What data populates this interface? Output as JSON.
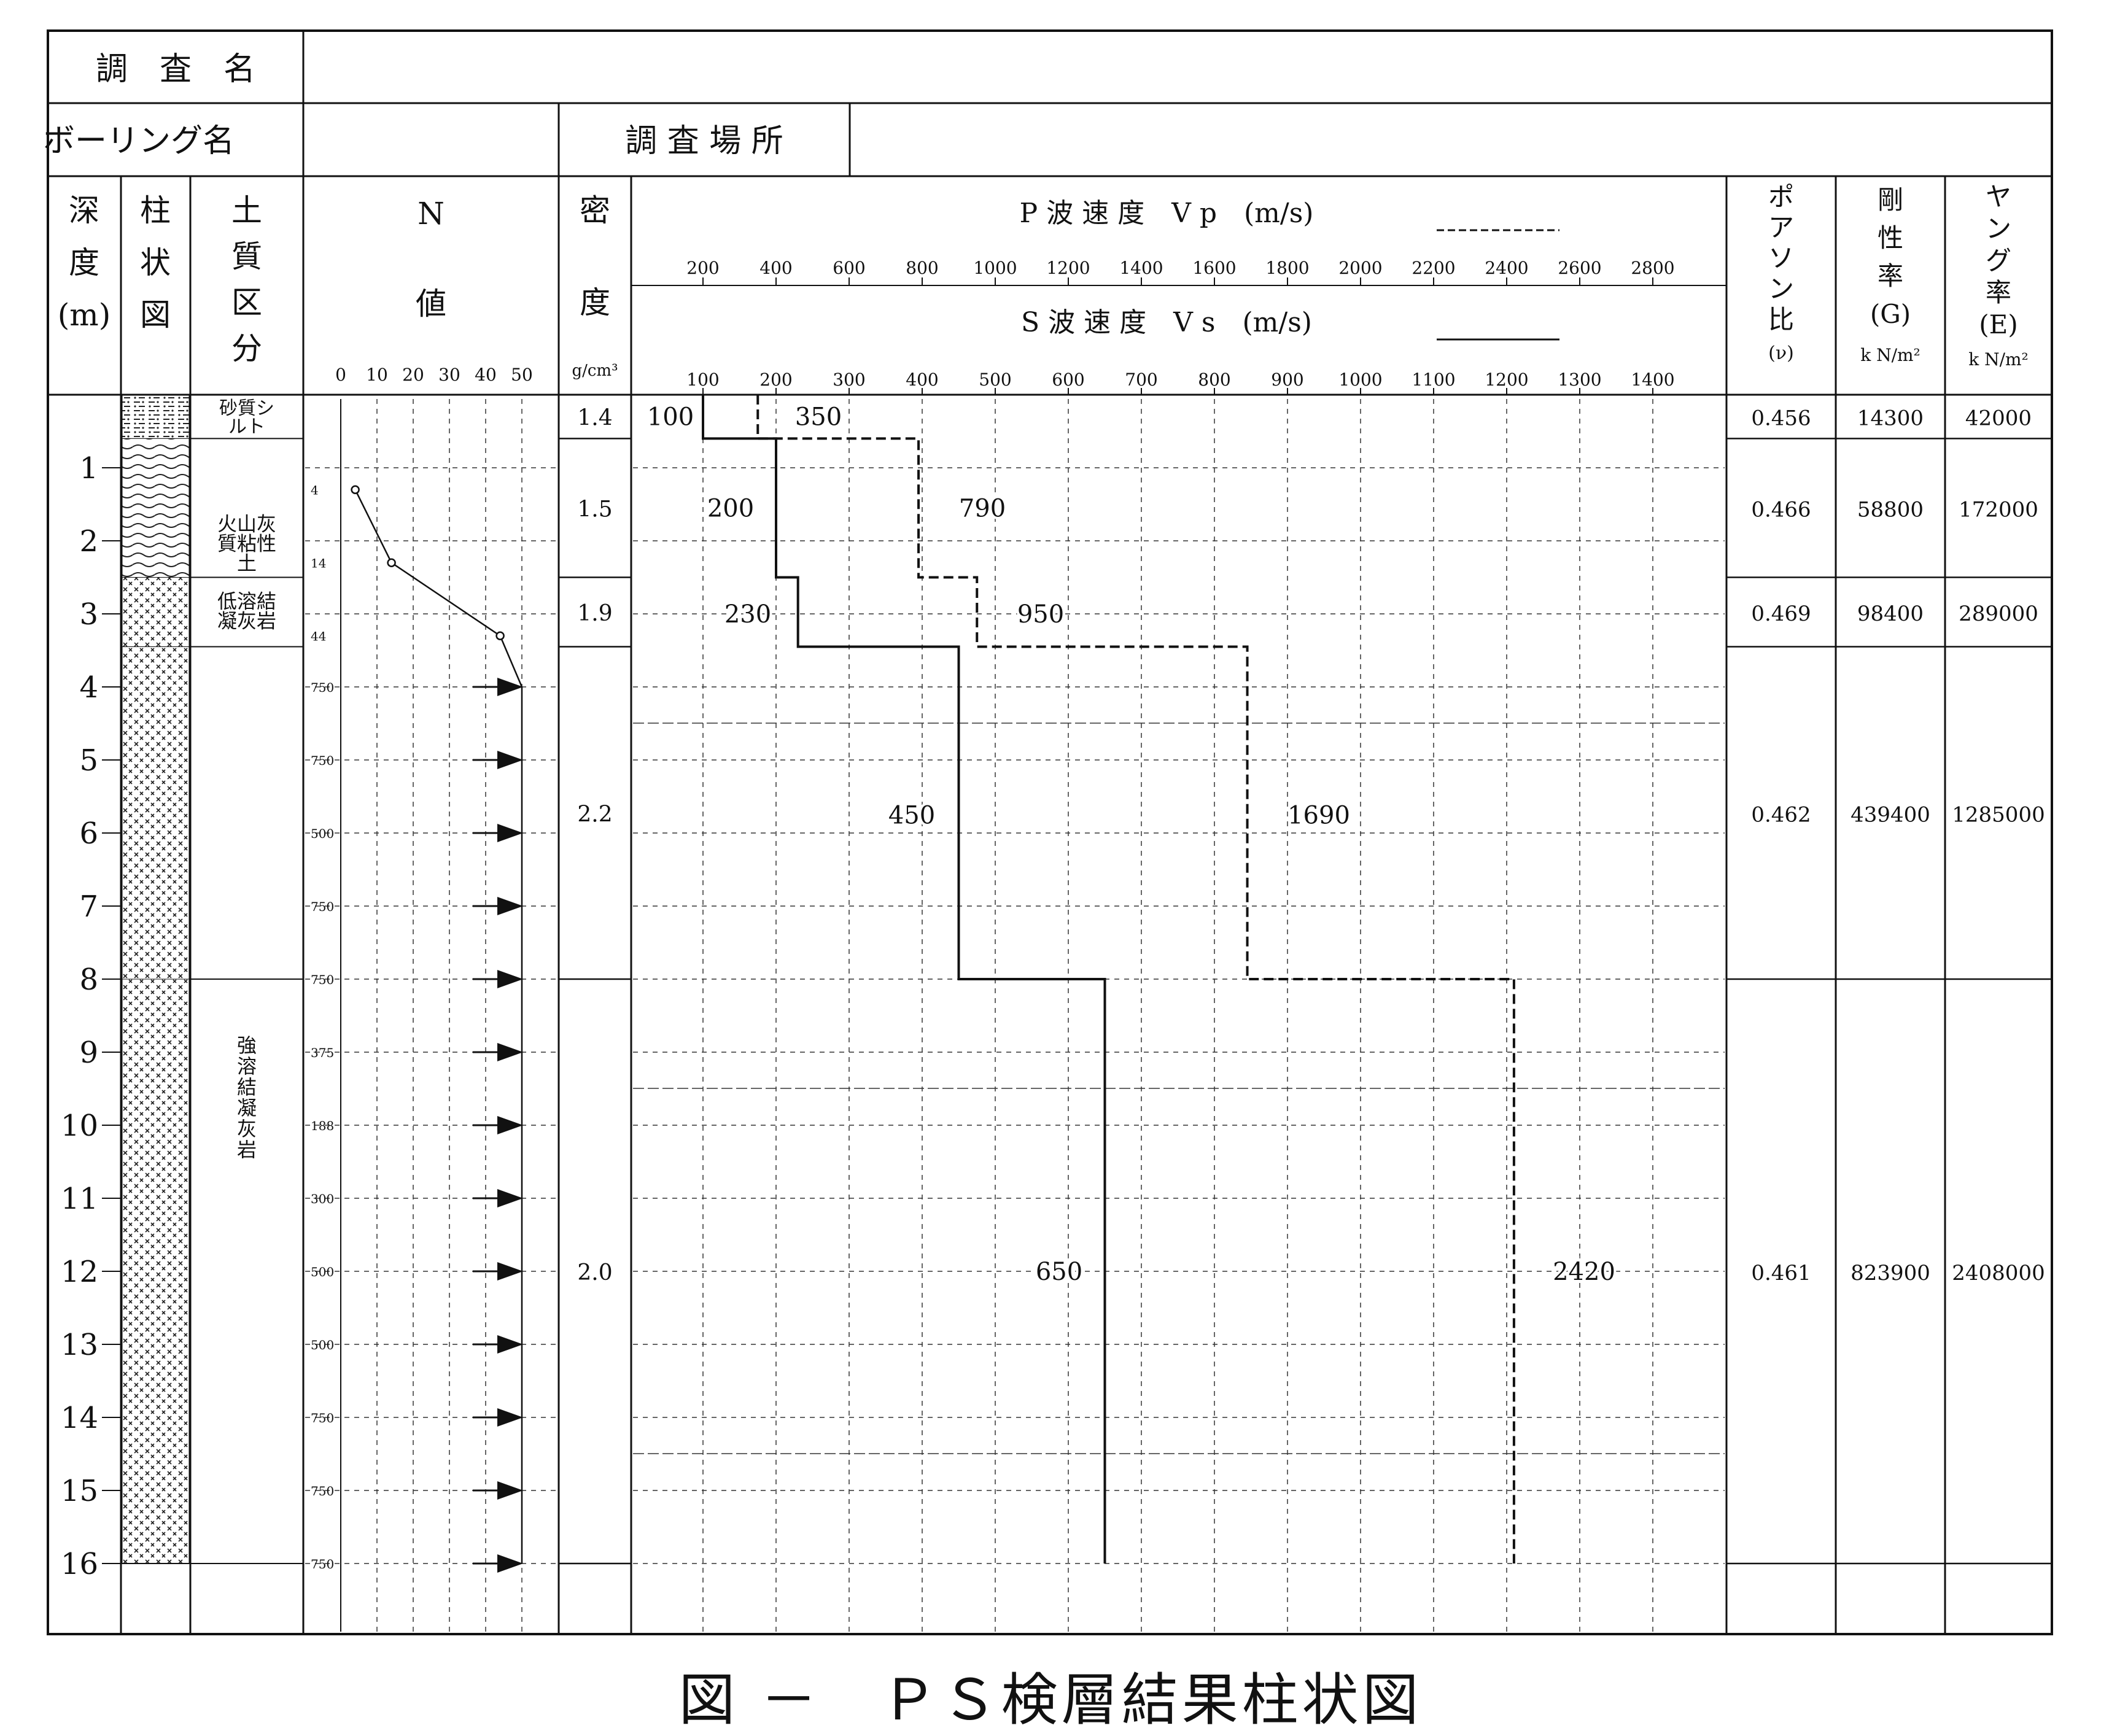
{
  "header": {
    "survey_name_label": "調　査　名",
    "survey_name_value": "",
    "boring_name_label": "ボーリング名",
    "boring_name_value": "",
    "survey_location_label": "調 査 場 所",
    "survey_location_value": ""
  },
  "column_headers": {
    "depth": [
      "深",
      "度",
      "(m)"
    ],
    "log": [
      "柱",
      "状",
      "図"
    ],
    "soil": [
      "土",
      "質",
      "区",
      "分"
    ],
    "n_value": [
      "N",
      "値"
    ],
    "density": [
      "密",
      "度"
    ],
    "density_unit": "g/cm³",
    "vp_title": "P 波 速 度　V p　(m/s)",
    "vs_title": "S 波 速 度　V s　(m/s)",
    "poisson": [
      "ポ",
      "ア",
      "ソ",
      "ン",
      "比",
      "(ν)"
    ],
    "rigidity": [
      "剛",
      "性",
      "率",
      "(G)",
      "k N/m²"
    ],
    "young": [
      "ヤ",
      "ン",
      "グ",
      "率",
      "(E)",
      "k N/m²"
    ]
  },
  "chart_data": {
    "type": "table",
    "depth_range_m": [
      0,
      16
    ],
    "depth_ticks": [
      1,
      2,
      3,
      4,
      5,
      6,
      7,
      8,
      9,
      10,
      11,
      12,
      13,
      14,
      15,
      16
    ],
    "n_axis_ticks": [
      0,
      10,
      20,
      30,
      40,
      50
    ],
    "vp_axis_ticks": [
      200,
      400,
      600,
      800,
      1000,
      1200,
      1400,
      1600,
      1800,
      2000,
      2200,
      2400,
      2600,
      2800
    ],
    "vs_axis_ticks": [
      100,
      200,
      300,
      400,
      500,
      600,
      700,
      800,
      900,
      1000,
      1100,
      1200,
      1300,
      1400
    ],
    "layers": [
      {
        "top": 0.0,
        "bottom": 0.6,
        "soil": "砂質シルト",
        "density": "1.4",
        "vs": 100,
        "vp": 350,
        "poisson": "0.456",
        "G": "14300",
        "E": "42000"
      },
      {
        "top": 0.6,
        "bottom": 2.5,
        "soil": "火山灰質粘性土",
        "density": "1.5",
        "vs": 200,
        "vp": 790,
        "poisson": "0.466",
        "G": "58800",
        "E": "172000"
      },
      {
        "top": 2.5,
        "bottom": 3.45,
        "soil": "低溶結凝灰岩",
        "density": "1.9",
        "vs": 230,
        "vp": 950,
        "poisson": "0.469",
        "G": "98400",
        "E": "289000"
      },
      {
        "top": 3.45,
        "bottom": 8.0,
        "soil": "強溶結凝灰岩",
        "density": "2.2",
        "vs": 450,
        "vp": 1690,
        "poisson": "0.462",
        "G": "439400",
        "E": "1285000"
      },
      {
        "top": 8.0,
        "bottom": 16.0,
        "soil": "強溶結凝灰岩",
        "density": "2.0",
        "vs": 650,
        "vp": 2420,
        "poisson": "0.461",
        "G": "823900",
        "E": "2408000"
      }
    ],
    "velocity_labels": [
      {
        "wave": "vs",
        "text": "100",
        "depth": 0.3
      },
      {
        "wave": "vp",
        "text": "350",
        "depth": 0.3
      },
      {
        "wave": "vs",
        "text": "200",
        "depth": 1.55
      },
      {
        "wave": "vp",
        "text": "790",
        "depth": 1.55
      },
      {
        "wave": "vs",
        "text": "230",
        "depth": 3.0
      },
      {
        "wave": "vp",
        "text": "950",
        "depth": 3.0
      },
      {
        "wave": "vs",
        "text": "450",
        "depth": 5.75
      },
      {
        "wave": "vp",
        "text": "1690",
        "depth": 5.75
      },
      {
        "wave": "vs",
        "text": "650",
        "depth": 12.0
      },
      {
        "wave": "vp",
        "text": "2420",
        "depth": 12.0
      }
    ],
    "vs_steps": [
      {
        "depth": 0.0,
        "vs": 100
      },
      {
        "depth": 0.6,
        "vs": 100
      },
      {
        "depth": 0.6,
        "vs": 200
      },
      {
        "depth": 2.5,
        "vs": 200
      },
      {
        "depth": 2.5,
        "vs": 230
      },
      {
        "depth": 3.45,
        "vs": 230
      },
      {
        "depth": 3.45,
        "vs": 450
      },
      {
        "depth": 8.0,
        "vs": 450
      },
      {
        "depth": 8.0,
        "vs": 650
      },
      {
        "depth": 16.0,
        "vs": 650
      }
    ],
    "vp_steps": [
      {
        "depth": 0.0,
        "vp": 350
      },
      {
        "depth": 0.6,
        "vp": 350
      },
      {
        "depth": 0.6,
        "vp": 790
      },
      {
        "depth": 2.5,
        "vp": 790
      },
      {
        "depth": 2.5,
        "vp": 950
      },
      {
        "depth": 3.45,
        "vp": 950
      },
      {
        "depth": 3.45,
        "vp": 1690
      },
      {
        "depth": 8.0,
        "vp": 1690
      },
      {
        "depth": 8.0,
        "vp": 2420
      },
      {
        "depth": 16.0,
        "vp": 2420
      }
    ],
    "n_values": [
      {
        "depth": 1.3,
        "n": 4,
        "label": "4"
      },
      {
        "depth": 2.3,
        "n": 14,
        "label": "14"
      },
      {
        "depth": 3.3,
        "n": 44,
        "label": "44"
      },
      {
        "depth": 4.0,
        "n": 50,
        "label": "750",
        "over": true
      },
      {
        "depth": 5.0,
        "n": 50,
        "label": "750",
        "over": true
      },
      {
        "depth": 6.0,
        "n": 50,
        "label": "500",
        "over": true
      },
      {
        "depth": 7.0,
        "n": 50,
        "label": "750",
        "over": true
      },
      {
        "depth": 8.0,
        "n": 50,
        "label": "750",
        "over": true
      },
      {
        "depth": 9.0,
        "n": 50,
        "label": "375",
        "over": true
      },
      {
        "depth": 10.0,
        "n": 50,
        "label": "188",
        "over": true
      },
      {
        "depth": 11.0,
        "n": 50,
        "label": "300",
        "over": true
      },
      {
        "depth": 12.0,
        "n": 50,
        "label": "500",
        "over": true
      },
      {
        "depth": 13.0,
        "n": 50,
        "label": "500",
        "over": true
      },
      {
        "depth": 14.0,
        "n": 50,
        "label": "750",
        "over": true
      },
      {
        "depth": 15.0,
        "n": 50,
        "label": "750",
        "over": true
      },
      {
        "depth": 16.0,
        "n": 50,
        "label": "750",
        "over": true
      }
    ],
    "legend": {
      "vp_style": "dashed",
      "vs_style": "solid"
    }
  },
  "caption": "図 －　ＰＳ検層結果柱状図"
}
